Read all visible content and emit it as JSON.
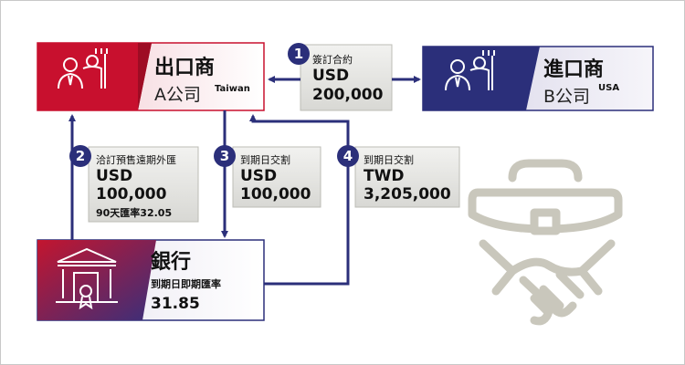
{
  "exporter": {
    "name": "出口商",
    "company": "A公司",
    "location": "Taiwan"
  },
  "importer": {
    "name": "進口商",
    "company": "B公司",
    "location": "USA"
  },
  "bank": {
    "name": "銀行",
    "rate_label": "到期日即期匯率",
    "rate": "31.85"
  },
  "steps": [
    {
      "number": "1",
      "label": "簽訂合約",
      "currency": "USD",
      "amount": "200,000",
      "note": ""
    },
    {
      "number": "2",
      "label": "洽訂預售遠期外匯",
      "currency": "USD",
      "amount": "100,000",
      "note": "90天匯率32.05"
    },
    {
      "number": "3",
      "label": "到期日交割",
      "currency": "USD",
      "amount": "100,000",
      "note": ""
    },
    {
      "number": "4",
      "label": "到期日交割",
      "currency": "TWD",
      "amount": "3,205,000",
      "note": ""
    }
  ],
  "colors": {
    "exporter": "#c8102e",
    "importer": "#2b2f7a",
    "bank_left": "#b5122f",
    "arrow": "#2b2f7a",
    "panel": "#e4e4e4"
  },
  "icons": [
    "business-people-icon",
    "bank-certificate-icon",
    "handshake-briefcase-icon"
  ]
}
